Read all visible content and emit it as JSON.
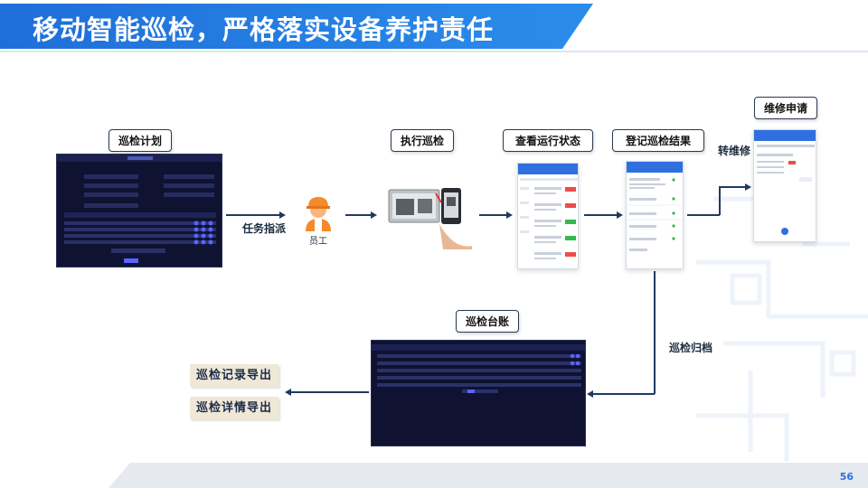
{
  "header": {
    "title": "移动智能巡检，严格落实设备养护责任"
  },
  "steps": {
    "plan": "巡检计划",
    "execute": "执行巡检",
    "status": "查看运行状态",
    "register": "登记巡检结果",
    "repair": "维修申请",
    "ledger": "巡检台账"
  },
  "connectors": {
    "assign": "任务指派",
    "to_repair": "转维修",
    "archive": "巡检归档"
  },
  "worker": {
    "label": "员工"
  },
  "exports": {
    "records": "巡检记录导出",
    "details": "巡检详情导出"
  },
  "colors": {
    "header": "#1f6fd8",
    "accent": "#2f6fe0",
    "dark_panel": "#0f1230"
  },
  "footer": {
    "page_number": "56"
  }
}
